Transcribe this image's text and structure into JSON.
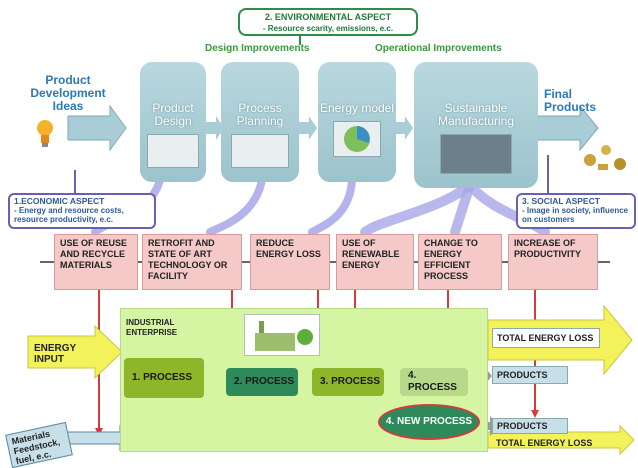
{
  "environmental": {
    "title": "2. ENVIRONMENTAL ASPECT",
    "detail": "- Resource scarity, emissions, e.c."
  },
  "design_improvements": "Design Improvements",
  "operational_improvements": "Operational Improvements",
  "product_development": "Product Development Ideas",
  "final_products": "Final Products",
  "stages": [
    {
      "label": "Product Design"
    },
    {
      "label": "Process Planning"
    },
    {
      "label": "Energy model"
    },
    {
      "label": "Sustainable Manufacturing"
    }
  ],
  "economic": {
    "title": "1.ECONOMIC ASPECT",
    "detail": "- Energy and resource costs, resource productivity, e.c."
  },
  "social": {
    "title": "3. SOCIAL ASPECT",
    "detail": "- Image in society, influence on customers"
  },
  "measures": [
    "USE OF REUSE AND RECYCLE MATERIALS",
    "RETROFIT AND STATE OF ART TECHNOLOGY OR FACILITY",
    "REDUCE ENERGY LOSS",
    "USE OF RENEWABLE ENERGY",
    "CHANGE TO ENERGY EFFICIENT PROCESS",
    "INCREASE OF PRODUCTIVITY"
  ],
  "enterprise_label": "INDUSTRIAL ENTERPRISE",
  "energy_input": "ENERGY INPUT",
  "processes": [
    "1. PROCESS",
    "2. PROCESS",
    "3. PROCESS",
    "4. PROCESS"
  ],
  "new_process": "4. NEW PROCESS",
  "total_energy_loss": "TOTAL ENERGY LOSS",
  "products": "PRODUCTS",
  "materials": "Materials Feedstock, fuel, e.c.",
  "colors": {
    "stage": "#a9cdd6",
    "measure": "#f6c9c9",
    "enterprise": "#d6f5a2",
    "yellow_arrow": "#f4f25a",
    "red_line": "#d43c3c"
  }
}
